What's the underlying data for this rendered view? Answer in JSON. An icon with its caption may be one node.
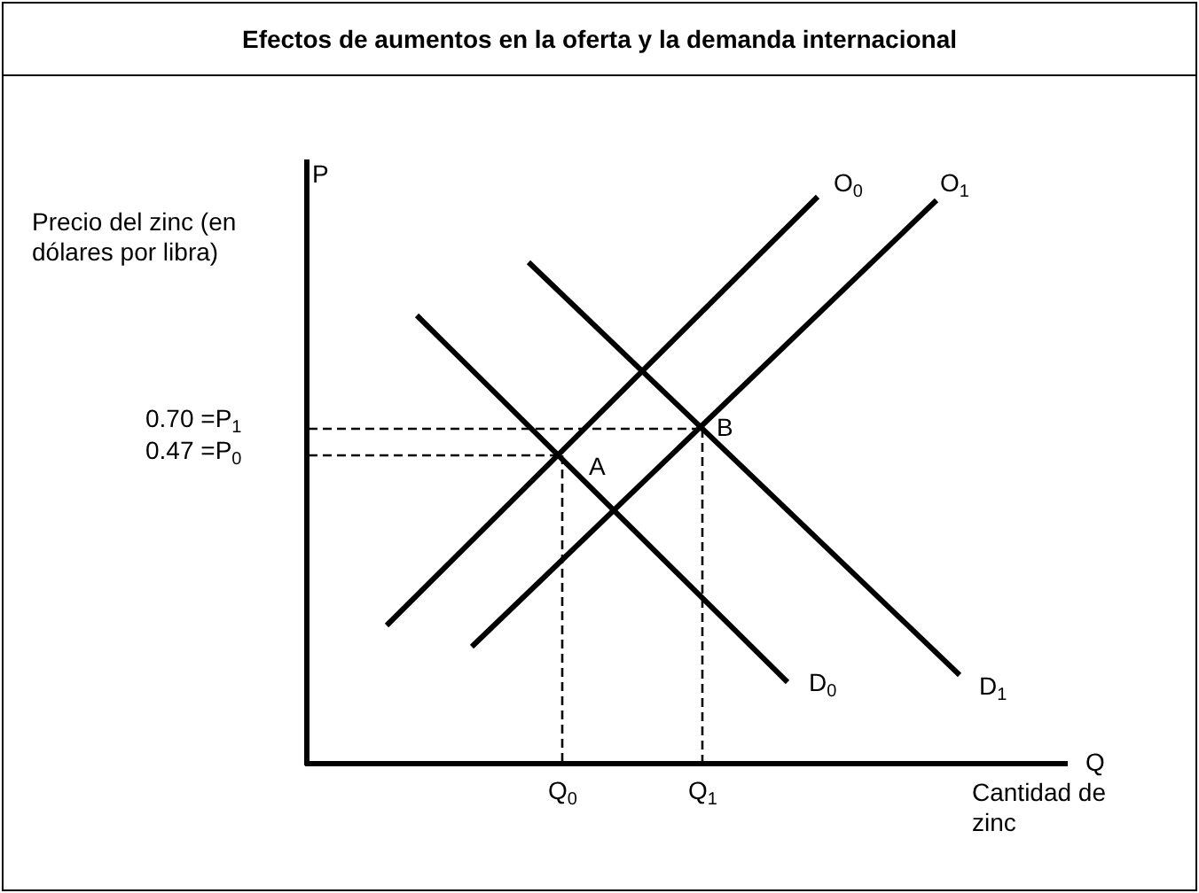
{
  "diagram": {
    "title": "Efectos de aumentos en la oferta y la demanda internacional",
    "labels": [
      "P",
      "Precio del zinc (en dólares por libra)",
      "0.70 =P$_{1}$",
      "0.47 =P$_{0}$",
      "O$_{0}$",
      "O$_{1}$",
      "B",
      "A",
      "D$_{0}$",
      "D$_{1}$",
      "Q",
      "Q$_{0}$",
      "Q$_{1}$",
      "Cantidad de zinc"
    ]
  }
}
